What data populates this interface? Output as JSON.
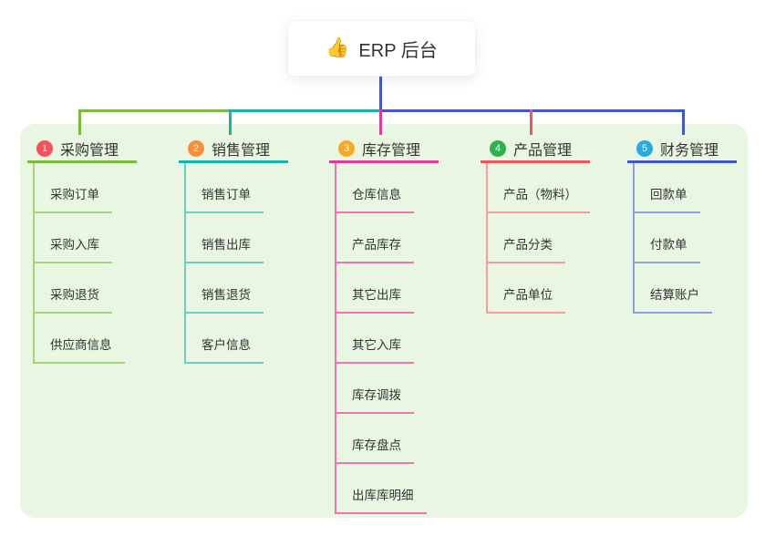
{
  "root": {
    "icon": "thumbs-up",
    "icon_glyph": "👍",
    "title": "ERP 后台"
  },
  "colors": {
    "panel_background": "#e9f6e2",
    "root_connector": "#4356cb",
    "branch_line_colors": [
      "#7cb93e",
      "#12b5a7",
      "#e33a95",
      "#f5515f",
      "#4356cb"
    ],
    "branch_child_line_colors": [
      "#a6d483",
      "#6fcfc3",
      "#ee74b2",
      "#f79ba3",
      "#8f9fdf"
    ],
    "badge_colors": [
      "#f5515f",
      "#f98e3d",
      "#f9a825",
      "#2eb150",
      "#2ba9e0"
    ]
  },
  "branches": [
    {
      "badge": "1",
      "label": "采购管理",
      "children": [
        "采购订单",
        "采购入库",
        "采购退货",
        "供应商信息"
      ]
    },
    {
      "badge": "2",
      "label": "销售管理",
      "children": [
        "销售订单",
        "销售出库",
        "销售退货",
        "客户信息"
      ]
    },
    {
      "badge": "3",
      "label": "库存管理",
      "children": [
        "仓库信息",
        "产品库存",
        "其它出库",
        "其它入库",
        "库存调拨",
        "库存盘点",
        "出库库明细"
      ]
    },
    {
      "badge": "4",
      "label": "产品管理",
      "children": [
        "产品（物料）",
        "产品分类",
        "产品单位"
      ]
    },
    {
      "badge": "5",
      "label": "财务管理",
      "children": [
        "回款单",
        "付款单",
        "结算账户"
      ]
    }
  ]
}
